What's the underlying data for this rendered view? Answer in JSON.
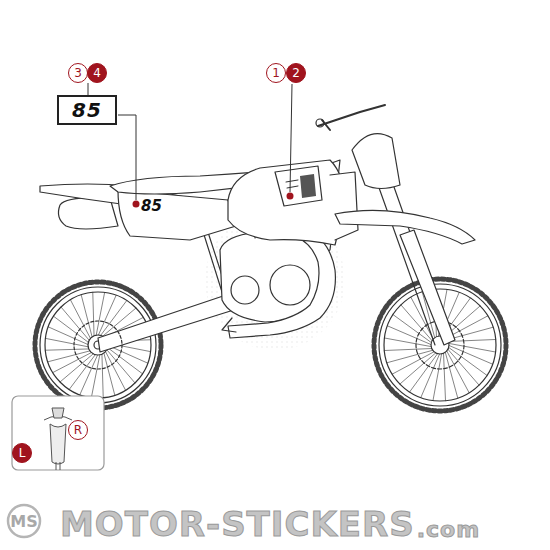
{
  "diagram": {
    "nodes": [
      {
        "text": [
          "3"
        ]
      },
      {
        "text": [
          "4"
        ]
      },
      {
        "text": [
          "85"
        ]
      },
      {
        "text": [
          "1"
        ]
      },
      {
        "text": [
          "2"
        ]
      },
      {
        "text": [
          "L"
        ]
      },
      {
        "text": [
          "R"
        ]
      }
    ],
    "labels": [
      "85",
      "MS",
      "MOTOR-STICKERS",
      ".com"
    ]
  }
}
